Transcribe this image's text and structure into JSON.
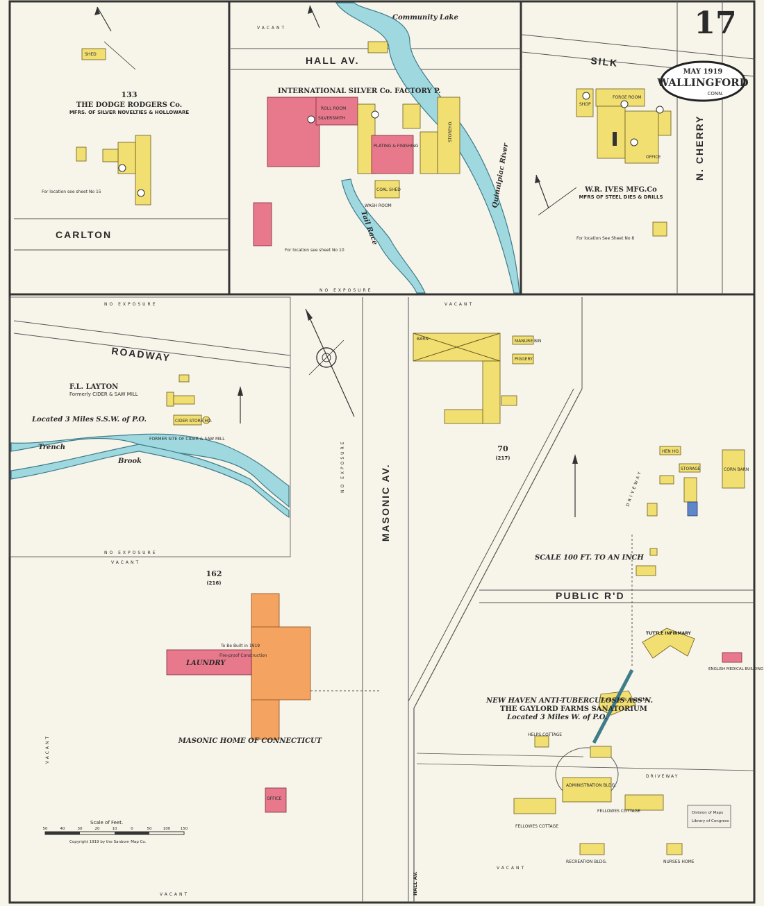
{
  "sheet": {
    "number": "17",
    "town": "WALLINGFORD",
    "date": "MAY 1919",
    "state": "CONN."
  },
  "streets": {
    "hall_av": "HALL AV.",
    "silk": "SILK",
    "n_cherry": "N. CHERRY",
    "carlton": "CARLTON",
    "roadway": "ROADWAY",
    "masonic_av": "MASONIC AV.",
    "public_rd": "PUBLIC R'D",
    "hall_av_bottom": "HALL AV."
  },
  "water": {
    "community_lake": "Community Lake",
    "quinnipiac": "Quinnipiac River",
    "tail_race": "Tail Race",
    "trench": "Trench",
    "brook": "Brook"
  },
  "sections": {
    "dodge": {
      "block": "133",
      "name": "THE DODGE RODGERS Co.",
      "desc": "MFRS. OF SILVER NOVELTIES & HOLLOWARE",
      "location": "For location see sheet No 15",
      "shed": "SHED"
    },
    "intl_silver": {
      "name": "INTERNATIONAL SILVER Co. FACTORY P.",
      "location": "For location see sheet No 10",
      "rooms": [
        "ROLL ROOM",
        "SILVERSMITH",
        "PLATING & FINISHING",
        "COAL SHED",
        "WASH ROOM",
        "STOREHO."
      ]
    },
    "ives": {
      "name": "W.R. IVES MFG.Co",
      "desc": "MFRS OF STEEL DIES & DRILLS",
      "location": "For location See Sheet No 8",
      "rooms": [
        "SHOP",
        "FORGE ROOM",
        "OFFICE"
      ]
    },
    "layton": {
      "name": "F.L. LAYTON",
      "formerly": "Formerly CIDER & SAW MILL",
      "located": "Located 3 Miles S.S.W. of P.O.",
      "former_site": "FORMER SITE OF CIDER & SAW MILL",
      "cider": "CIDER STORE HO."
    },
    "masonic": {
      "block": "162",
      "block_ward": "(216)",
      "name": "MASONIC HOME OF CONNECTICUT",
      "laundry": "LAUNDRY",
      "to_be_built": "To Be Built in 1919",
      "construction": "Fire-proof Construction",
      "office": "OFFICE"
    },
    "gaylord": {
      "block": "70",
      "block_ward": "(217)",
      "name": "NEW HAVEN ANTI-TUBERCULOSIS ASS'N.",
      "sanatorium": "THE GAYLORD FARMS SANATORIUM",
      "located": "Located 3 Miles W. of P.O.",
      "buildings": {
        "tuttle": "TUTTLE INFIRMARY",
        "childrens": "CHILDRENS PAVILION",
        "admin": "ADMINISTRATION BLDG.",
        "fellowes_cottage": "FELLOWES COTTAGE",
        "fellowes_cottage2": "FELLOWES COTTAGE",
        "recreation": "RECREATION BLDG.",
        "nurses": "NURSES HOME",
        "helps": "HELPS COTTAGE",
        "english": "ENGLISH MEDICAL BUILDING",
        "hen_ho": "HEN HO.",
        "storage": "STORAGE",
        "corn_barn": "CORN BARN",
        "barn": "BARN",
        "piggery": "PIGGERY",
        "manure": "MANURE BIN"
      }
    }
  },
  "scale": {
    "main": "SCALE 100 FT. TO AN INCH",
    "feet_label": "Scale of Feet.",
    "ticks": [
      "50",
      "40",
      "30",
      "20",
      "10",
      "0",
      "50",
      "100",
      "150"
    ],
    "copyright": "Copyright 1919 by the Sanborn Map Co."
  },
  "exposure": {
    "vacant": "VACANT",
    "no_exposure": "NO EXPOSURE",
    "driveway": "DRIVEWAY"
  },
  "stamp": {
    "line1": "Division of Maps",
    "line2": "Library of Congress"
  },
  "colors": {
    "frame": "#f1df72",
    "brick": "#e8788c",
    "fireproof": "#f4a460",
    "stone": "#5f86c8",
    "water": "#9fd8df",
    "paper": "#f7f4ea"
  }
}
